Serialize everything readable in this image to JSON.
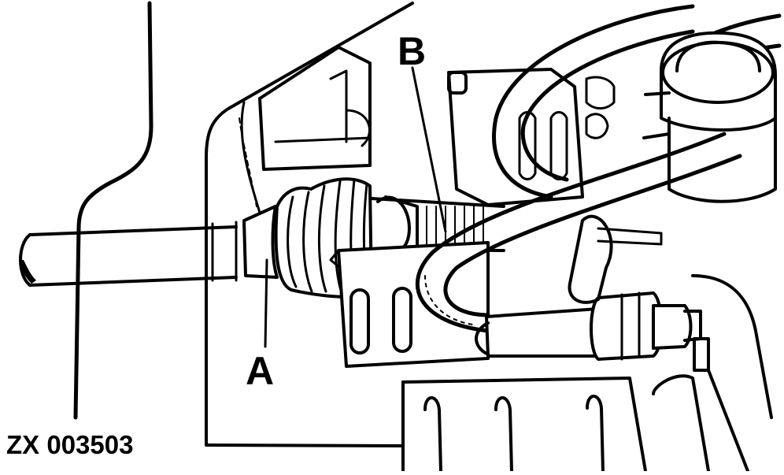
{
  "callouts": {
    "a": "A",
    "b": "B"
  },
  "figure_code": "ZX 003503",
  "colors": {
    "ink": "#000000",
    "paper": "#ffffff"
  }
}
